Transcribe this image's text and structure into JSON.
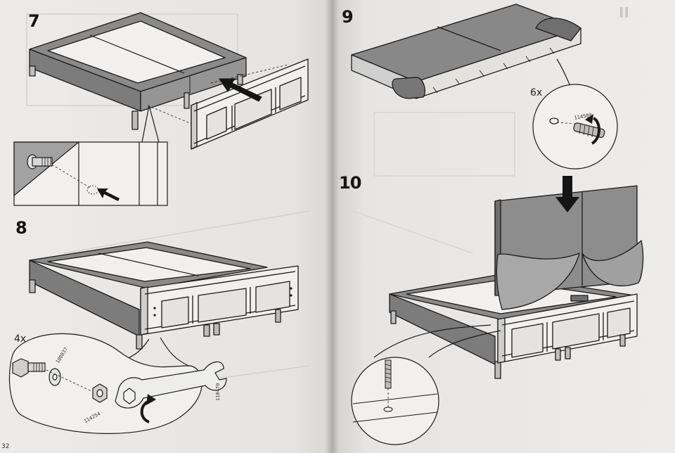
{
  "pages": {
    "left": {
      "page_number": "32",
      "steps": [
        {
          "number": "7",
          "quantity": "",
          "parts": []
        },
        {
          "number": "8",
          "quantity": "4x",
          "parts": [
            "100837",
            "114254",
            "110470"
          ]
        }
      ]
    },
    "right": {
      "steps": [
        {
          "number": "9",
          "quantity": "6x",
          "parts": [
            "114509"
          ]
        },
        {
          "number": "10",
          "quantity": "",
          "parts": []
        }
      ]
    }
  },
  "colors": {
    "paper": "#eceae8",
    "line": "#1a1a1a",
    "fabric": "#858585",
    "fabric_dark": "#6e6e6e",
    "fabric_light": "#a6a6a6"
  }
}
